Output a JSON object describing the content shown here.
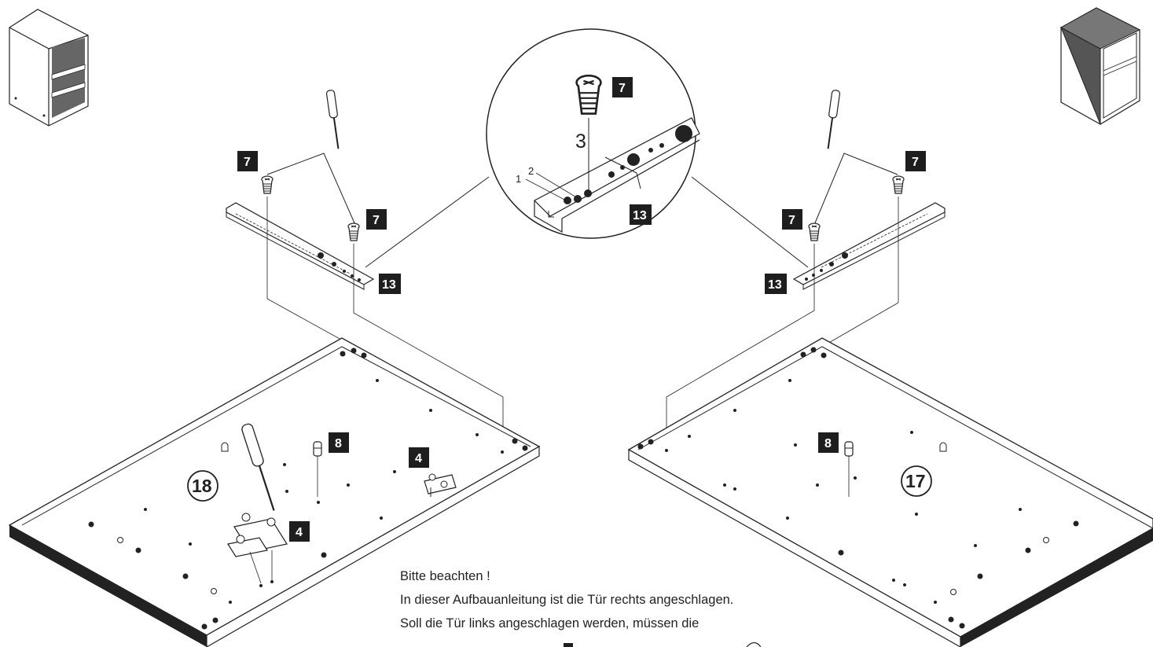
{
  "labels": {
    "part_screw": "7",
    "part_rail": "13",
    "part_dowel": "8",
    "part_hinge": "4",
    "panel_left": "18",
    "panel_right": "17",
    "detail_hole_1": "1",
    "detail_hole_2": "2",
    "detail_hole_3": "3"
  },
  "note": {
    "line1": "Bitte beachten !",
    "line2": "In dieser Aufbauanleitung ist die Tür rechts angeschlagen.",
    "line3": "Soll die Tür links angeschlagen werden, müssen die"
  },
  "colors": {
    "line": "#222222",
    "label_bg": "#1e1e1e",
    "cabinet_dark": "#555555"
  },
  "icons": [
    "screwdriver-icon",
    "screw-icon",
    "dowel-icon",
    "hinge-icon",
    "cabinet-icon",
    "drawer-rail-icon"
  ]
}
